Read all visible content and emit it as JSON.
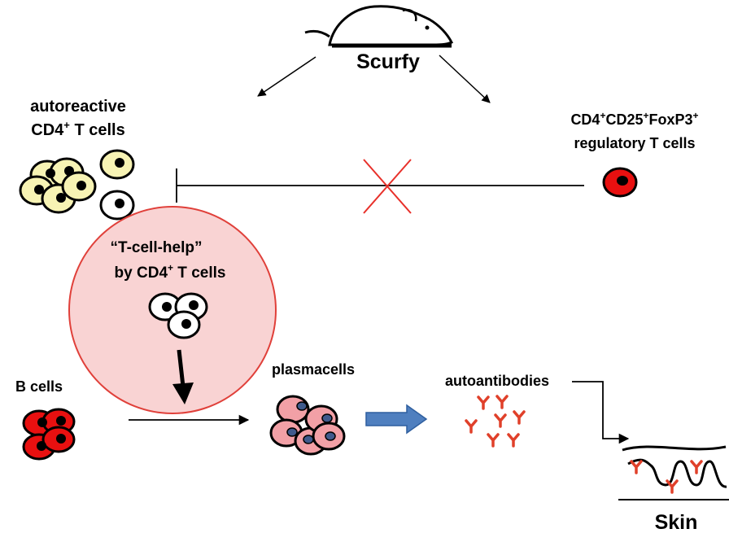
{
  "labels": {
    "scurfy": "Scurfy",
    "autoreactive_line1": "autoreactive",
    "autoreactive_line2_prefix": "CD4",
    "autoreactive_line2_sup": "+",
    "autoreactive_line2_suffix": " T cells",
    "treg_cd4": "CD4",
    "treg_sup1": "+",
    "treg_cd25": "CD25",
    "treg_sup2": "+",
    "treg_foxp3": "FoxP3",
    "treg_sup3": "+",
    "treg_line2": "regulatory T cells",
    "help_line1": "“T-cell-help”",
    "help_line2_prefix": "by CD4",
    "help_line2_sup": "+",
    "help_line2_suffix": " T cells",
    "b_cells": "B cells",
    "plasmacells": "plasmacells",
    "autoantibodies": "autoantibodies",
    "skin": "Skin"
  },
  "colors": {
    "help_circle_fill": "#f9d3d3",
    "help_circle_stroke": "#e0403a",
    "autoreactive_cell_fill": "#f7f3b4",
    "b_cell_fill": "#e81010",
    "plasma_cell_fill": "#f2a0a6",
    "plasma_nucleus": "#3f5a8c",
    "treg_fill": "#e81010",
    "antibody_color": "#e0402a",
    "block_x_color": "#e8302a",
    "big_arrow_fill": "#4f7fbf"
  }
}
